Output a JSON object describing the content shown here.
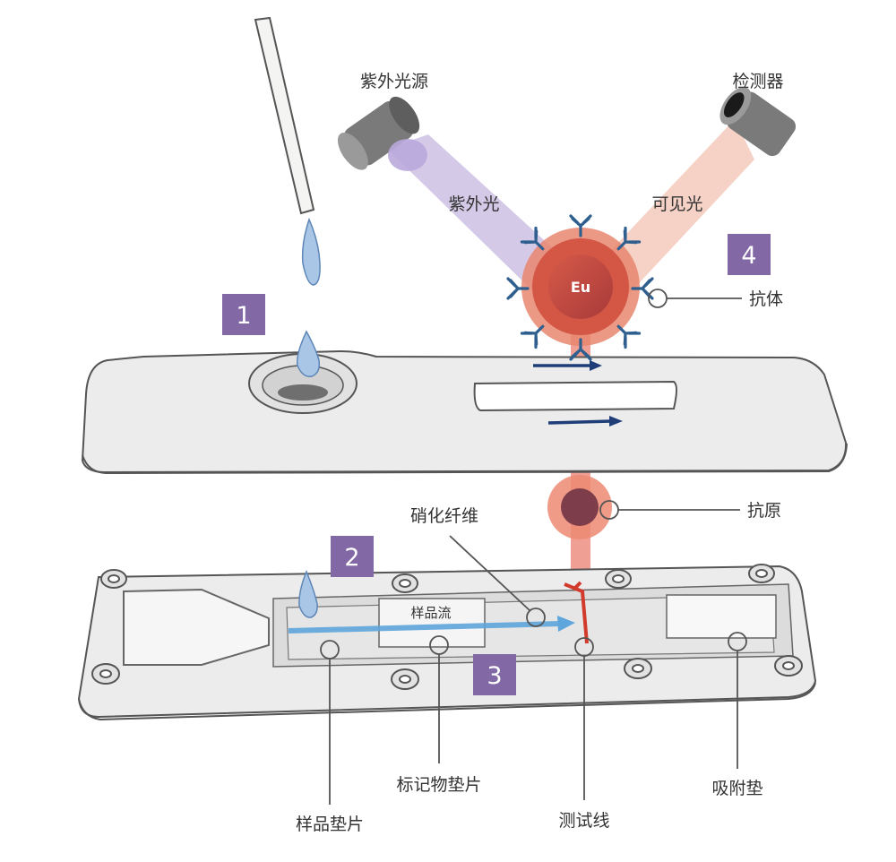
{
  "labels": {
    "uv_source": "紫外光源",
    "detector": "检测器",
    "uv_light": "紫外光",
    "visible_light": "可见光",
    "antibody": "抗体",
    "antigen": "抗原",
    "nitrocellulose": "硝化纤维",
    "sample_flow": "样品流",
    "sample_pad": "样品垫片",
    "conjugate_pad": "标记物垫片",
    "test_line": "测试线",
    "absorbent_pad": "吸附垫",
    "europium": "Eu"
  },
  "steps": [
    "1",
    "2",
    "3",
    "4"
  ],
  "colors": {
    "step_badge": "#8368a6",
    "uv_beam": "#c6b8e0",
    "visible_beam": "#f2c7b6",
    "emission": "#e4503c",
    "antibody": "#2f5f8f",
    "flow_arrow": "#5ea6dc",
    "casing": "#eaeaeb",
    "outline": "#555555"
  }
}
